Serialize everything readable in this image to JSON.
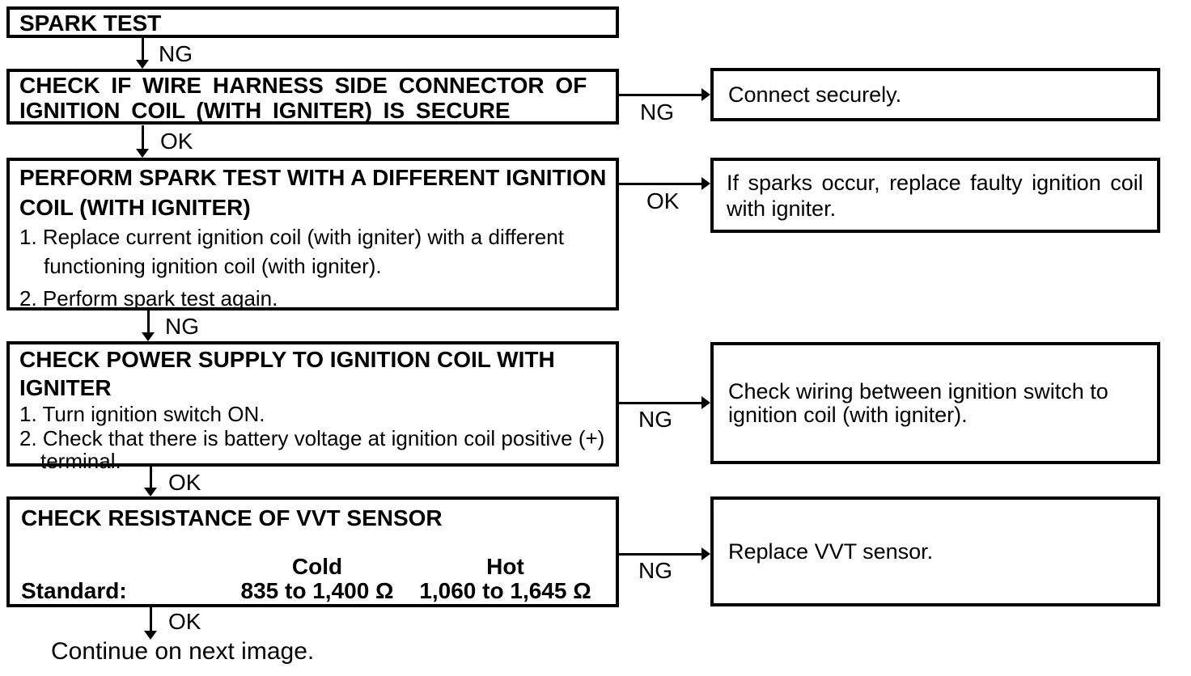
{
  "colors": {
    "background": "#ffffff",
    "line": "#000000",
    "text": "#000000"
  },
  "flow": {
    "boxes": {
      "spark_test": {
        "title": "SPARK TEST"
      },
      "harness": {
        "title_line1": "CHECK IF WIRE HARNESS SIDE CONNECTOR OF",
        "title_line2": "IGNITION COIL (WITH IGNITER) IS SECURE"
      },
      "spark_retest": {
        "title_line1": "PERFORM SPARK TEST WITH A DIFFERENT IGNITION",
        "title_line2": "COIL (WITH IGNITER)",
        "step1_line1": "1. Replace current ignition coil (with igniter) with a different",
        "step1_line2": "functioning ignition coil (with igniter).",
        "step2": "2. Perform spark test again."
      },
      "power_supply": {
        "title_line1": "CHECK POWER SUPPLY TO IGNITION COIL WITH",
        "title_line2": "IGNITER",
        "step1": "1. Turn ignition switch ON.",
        "step2_line1": "2. Check that there is battery voltage at ignition coil positive (+)",
        "step2_line2": "terminal."
      },
      "vvt_resistance": {
        "title": "CHECK RESISTANCE OF VVT SENSOR",
        "standard_label": "Standard:",
        "cold_header": "Cold",
        "cold_value": "835 to 1,400 Ω",
        "hot_header": "Hot",
        "hot_value": "1,060 to 1,645 Ω"
      }
    },
    "results": {
      "connect_securely": {
        "edge_label": "NG",
        "text": "Connect securely."
      },
      "replace_faulty_coil": {
        "edge_label": "OK",
        "line1": "If sparks occur, replace faulty ignition coil",
        "line2": "with igniter."
      },
      "check_wiring": {
        "edge_label": "NG",
        "line1": "Check wiring between ignition switch to",
        "line2": "ignition coil (with igniter)."
      },
      "replace_vvt": {
        "edge_label": "NG",
        "text": "Replace VVT sensor."
      }
    },
    "down_edges": {
      "d1": "NG",
      "d2": "OK",
      "d3": "NG",
      "d4": "OK",
      "d5": "OK"
    },
    "footer": "Continue on next image."
  }
}
